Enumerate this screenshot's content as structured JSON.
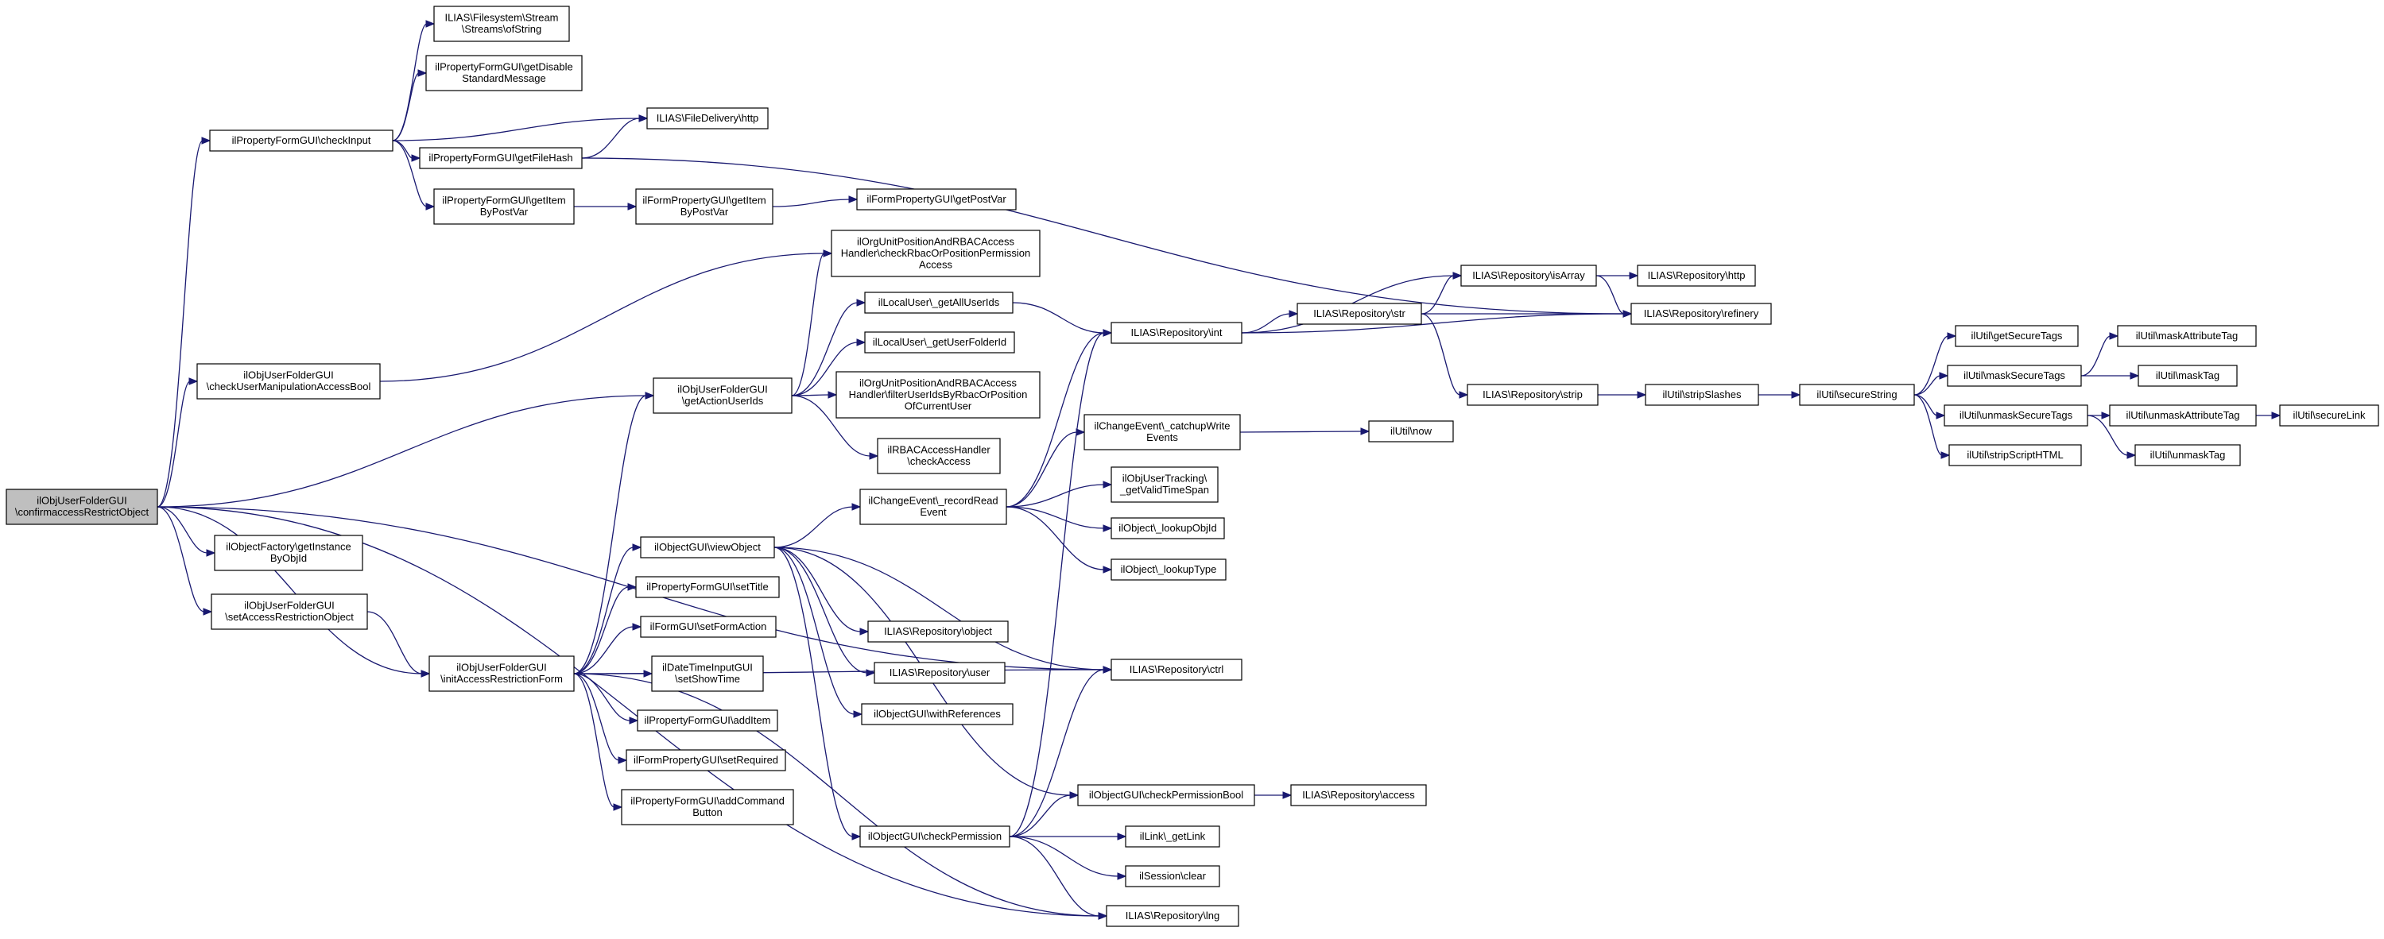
{
  "diagram": {
    "nodes": [
      {
        "id": "root",
        "lines": [
          "ilObjUserFolderGUI",
          "\\confirmaccessRestrictObject"
        ]
      },
      {
        "id": "checkInput",
        "lines": [
          "ilPropertyFormGUI\\checkInput"
        ]
      },
      {
        "id": "streamOfString",
        "lines": [
          "ILIAS\\Filesystem\\Stream",
          "\\Streams\\ofString"
        ]
      },
      {
        "id": "getDisable",
        "lines": [
          "ilPropertyFormGUI\\getDisable",
          "StandardMessage"
        ]
      },
      {
        "id": "fileDeliveryHttp",
        "lines": [
          "ILIAS\\FileDelivery\\http"
        ]
      },
      {
        "id": "getFileHash",
        "lines": [
          "ilPropertyFormGUI\\getFileHash"
        ]
      },
      {
        "id": "pfGetItemByPostVar",
        "lines": [
          "ilPropertyFormGUI\\getItem",
          "ByPostVar"
        ]
      },
      {
        "id": "fpGetItemByPostVar",
        "lines": [
          "ilFormPropertyGUI\\getItem",
          "ByPostVar"
        ]
      },
      {
        "id": "getPostVar",
        "lines": [
          "ilFormPropertyGUI\\getPostVar"
        ]
      },
      {
        "id": "checkRbac",
        "lines": [
          "ilOrgUnitPositionAndRBACAccess",
          "Handler\\checkRbacOrPositionPermission",
          "Access"
        ]
      },
      {
        "id": "checkUserManip",
        "lines": [
          "ilObjUserFolderGUI",
          "\\checkUserManipulationAccessBool"
        ]
      },
      {
        "id": "getActionUserIds",
        "lines": [
          "ilObjUserFolderGUI",
          "\\getActionUserIds"
        ]
      },
      {
        "id": "getAllUserIds",
        "lines": [
          "ilLocalUser\\_getAllUserIds"
        ]
      },
      {
        "id": "getUserFolderId",
        "lines": [
          "ilLocalUser\\_getUserFolderId"
        ]
      },
      {
        "id": "filterUserIds",
        "lines": [
          "ilOrgUnitPositionAndRBACAccess",
          "Handler\\filterUserIdsByRbacOrPosition",
          "OfCurrentUser"
        ]
      },
      {
        "id": "rbacCheckAccess",
        "lines": [
          "ilRBACAccessHandler",
          "\\checkAccess"
        ]
      },
      {
        "id": "repoInt",
        "lines": [
          "ILIAS\\Repository\\int"
        ]
      },
      {
        "id": "repoIsArray",
        "lines": [
          "ILIAS\\Repository\\isArray"
        ]
      },
      {
        "id": "repoHttp",
        "lines": [
          "ILIAS\\Repository\\http"
        ]
      },
      {
        "id": "repoStr",
        "lines": [
          "ILIAS\\Repository\\str"
        ]
      },
      {
        "id": "repoRefinery",
        "lines": [
          "ILIAS\\Repository\\refinery"
        ]
      },
      {
        "id": "repoStrip",
        "lines": [
          "ILIAS\\Repository\\strip"
        ]
      },
      {
        "id": "stripSlashes",
        "lines": [
          "ilUtil\\stripSlashes"
        ]
      },
      {
        "id": "secureString",
        "lines": [
          "ilUtil\\secureString"
        ]
      },
      {
        "id": "getSecureTags",
        "lines": [
          "ilUtil\\getSecureTags"
        ]
      },
      {
        "id": "maskSecureTags",
        "lines": [
          "ilUtil\\maskSecureTags"
        ]
      },
      {
        "id": "unmaskSecureTags",
        "lines": [
          "ilUtil\\unmaskSecureTags"
        ]
      },
      {
        "id": "stripScriptHTML",
        "lines": [
          "ilUtil\\stripScriptHTML"
        ]
      },
      {
        "id": "maskAttributeTag",
        "lines": [
          "ilUtil\\maskAttributeTag"
        ]
      },
      {
        "id": "maskTag",
        "lines": [
          "ilUtil\\maskTag"
        ]
      },
      {
        "id": "unmaskAttributeTag",
        "lines": [
          "ilUtil\\unmaskAttributeTag"
        ]
      },
      {
        "id": "unmaskTag",
        "lines": [
          "ilUtil\\unmaskTag"
        ]
      },
      {
        "id": "secureLink",
        "lines": [
          "ilUtil\\secureLink"
        ]
      },
      {
        "id": "catchupWriteEvents",
        "lines": [
          "ilChangeEvent\\_catchupWrite",
          "Events"
        ]
      },
      {
        "id": "now",
        "lines": [
          "ilUtil\\now"
        ]
      },
      {
        "id": "getValidTimeSpan",
        "lines": [
          "ilObjUserTracking\\",
          "_getValidTimeSpan"
        ]
      },
      {
        "id": "recordReadEvent",
        "lines": [
          "ilChangeEvent\\_recordRead",
          "Event"
        ]
      },
      {
        "id": "lookupObjId",
        "lines": [
          "ilObject\\_lookupObjId"
        ]
      },
      {
        "id": "lookupType",
        "lines": [
          "ilObject\\_lookupType"
        ]
      },
      {
        "id": "viewObject",
        "lines": [
          "ilObjectGUI\\viewObject"
        ]
      },
      {
        "id": "setTitle",
        "lines": [
          "ilPropertyFormGUI\\setTitle"
        ]
      },
      {
        "id": "setFormAction",
        "lines": [
          "ilFormGUI\\setFormAction"
        ]
      },
      {
        "id": "setShowTime",
        "lines": [
          "ilDateTimeInputGUI",
          "\\setShowTime"
        ]
      },
      {
        "id": "addItem",
        "lines": [
          "ilPropertyFormGUI\\addItem"
        ]
      },
      {
        "id": "setRequired",
        "lines": [
          "ilFormPropertyGUI\\setRequired"
        ]
      },
      {
        "id": "addCommandButton",
        "lines": [
          "ilPropertyFormGUI\\addCommand",
          "Button"
        ]
      },
      {
        "id": "getInstanceByObjId",
        "lines": [
          "ilObjectFactory\\getInstance",
          "ByObjId"
        ]
      },
      {
        "id": "setAccessRestriction",
        "lines": [
          "ilObjUserFolderGUI",
          "\\setAccessRestrictionObject"
        ]
      },
      {
        "id": "initAccessRestrictionForm",
        "lines": [
          "ilObjUserFolderGUI",
          "\\initAccessRestrictionForm"
        ]
      },
      {
        "id": "repoObject",
        "lines": [
          "ILIAS\\Repository\\object"
        ]
      },
      {
        "id": "repoUser",
        "lines": [
          "ILIAS\\Repository\\user"
        ]
      },
      {
        "id": "withReferences",
        "lines": [
          "ilObjectGUI\\withReferences"
        ]
      },
      {
        "id": "repoCtrl",
        "lines": [
          "ILIAS\\Repository\\ctrl"
        ]
      },
      {
        "id": "checkPermissionBool",
        "lines": [
          "ilObjectGUI\\checkPermissionBool"
        ]
      },
      {
        "id": "repoAccess",
        "lines": [
          "ILIAS\\Repository\\access"
        ]
      },
      {
        "id": "checkPermission",
        "lines": [
          "ilObjectGUI\\checkPermission"
        ]
      },
      {
        "id": "getLink",
        "lines": [
          "ilLink\\_getLink"
        ]
      },
      {
        "id": "sessionClear",
        "lines": [
          "ilSession\\clear"
        ]
      },
      {
        "id": "repoLng",
        "lines": [
          "ILIAS\\Repository\\lng"
        ]
      }
    ],
    "edges": [
      [
        "root",
        "checkInput"
      ],
      [
        "root",
        "checkUserManip"
      ],
      [
        "root",
        "getActionUserIds"
      ],
      [
        "root",
        "getInstanceByObjId"
      ],
      [
        "root",
        "setAccessRestriction"
      ],
      [
        "root",
        "initAccessRestrictionForm"
      ],
      [
        "root",
        "repoCtrl"
      ],
      [
        "root",
        "repoLng"
      ],
      [
        "checkInput",
        "streamOfString"
      ],
      [
        "checkInput",
        "getDisable"
      ],
      [
        "checkInput",
        "fileDeliveryHttp"
      ],
      [
        "checkInput",
        "getFileHash"
      ],
      [
        "checkInput",
        "pfGetItemByPostVar"
      ],
      [
        "getFileHash",
        "fileDeliveryHttp"
      ],
      [
        "getFileHash",
        "repoRefinery"
      ],
      [
        "pfGetItemByPostVar",
        "fpGetItemByPostVar"
      ],
      [
        "fpGetItemByPostVar",
        "getPostVar"
      ],
      [
        "checkUserManip",
        "checkRbac"
      ],
      [
        "getActionUserIds",
        "checkRbac"
      ],
      [
        "getActionUserIds",
        "getAllUserIds"
      ],
      [
        "getActionUserIds",
        "getUserFolderId"
      ],
      [
        "getActionUserIds",
        "filterUserIds"
      ],
      [
        "getActionUserIds",
        "rbacCheckAccess"
      ],
      [
        "getAllUserIds",
        "repoInt"
      ],
      [
        "repoInt",
        "repoIsArray"
      ],
      [
        "repoInt",
        "repoStr"
      ],
      [
        "repoInt",
        "repoRefinery"
      ],
      [
        "repoIsArray",
        "repoHttp"
      ],
      [
        "repoIsArray",
        "repoRefinery"
      ],
      [
        "repoStr",
        "repoIsArray"
      ],
      [
        "repoStr",
        "repoRefinery"
      ],
      [
        "repoStr",
        "repoStrip"
      ],
      [
        "repoStrip",
        "stripSlashes"
      ],
      [
        "stripSlashes",
        "secureString"
      ],
      [
        "secureString",
        "getSecureTags"
      ],
      [
        "secureString",
        "maskSecureTags"
      ],
      [
        "secureString",
        "unmaskSecureTags"
      ],
      [
        "secureString",
        "stripScriptHTML"
      ],
      [
        "maskSecureTags",
        "maskAttributeTag"
      ],
      [
        "maskSecureTags",
        "maskTag"
      ],
      [
        "unmaskSecureTags",
        "unmaskAttributeTag"
      ],
      [
        "unmaskSecureTags",
        "unmaskTag"
      ],
      [
        "unmaskAttributeTag",
        "secureLink"
      ],
      [
        "setAccessRestriction",
        "initAccessRestrictionForm"
      ],
      [
        "initAccessRestrictionForm",
        "getActionUserIds"
      ],
      [
        "initAccessRestrictionForm",
        "viewObject"
      ],
      [
        "initAccessRestrictionForm",
        "setTitle"
      ],
      [
        "initAccessRestrictionForm",
        "setFormAction"
      ],
      [
        "initAccessRestrictionForm",
        "setShowTime"
      ],
      [
        "initAccessRestrictionForm",
        "addItem"
      ],
      [
        "initAccessRestrictionForm",
        "setRequired"
      ],
      [
        "initAccessRestrictionForm",
        "addCommandButton"
      ],
      [
        "initAccessRestrictionForm",
        "repoCtrl"
      ],
      [
        "initAccessRestrictionForm",
        "repoLng"
      ],
      [
        "viewObject",
        "recordReadEvent"
      ],
      [
        "viewObject",
        "repoObject"
      ],
      [
        "viewObject",
        "repoUser"
      ],
      [
        "viewObject",
        "withReferences"
      ],
      [
        "viewObject",
        "repoCtrl"
      ],
      [
        "viewObject",
        "checkPermissionBool"
      ],
      [
        "viewObject",
        "checkPermission"
      ],
      [
        "recordReadEvent",
        "repoInt"
      ],
      [
        "recordReadEvent",
        "catchupWriteEvents"
      ],
      [
        "recordReadEvent",
        "getValidTimeSpan"
      ],
      [
        "recordReadEvent",
        "lookupObjId"
      ],
      [
        "recordReadEvent",
        "lookupType"
      ],
      [
        "catchupWriteEvents",
        "now"
      ],
      [
        "checkPermissionBool",
        "repoAccess"
      ],
      [
        "checkPermission",
        "repoInt"
      ],
      [
        "checkPermission",
        "repoCtrl"
      ],
      [
        "checkPermission",
        "checkPermissionBool"
      ],
      [
        "checkPermission",
        "getLink"
      ],
      [
        "checkPermission",
        "sessionClear"
      ],
      [
        "checkPermission",
        "repoLng"
      ]
    ]
  }
}
